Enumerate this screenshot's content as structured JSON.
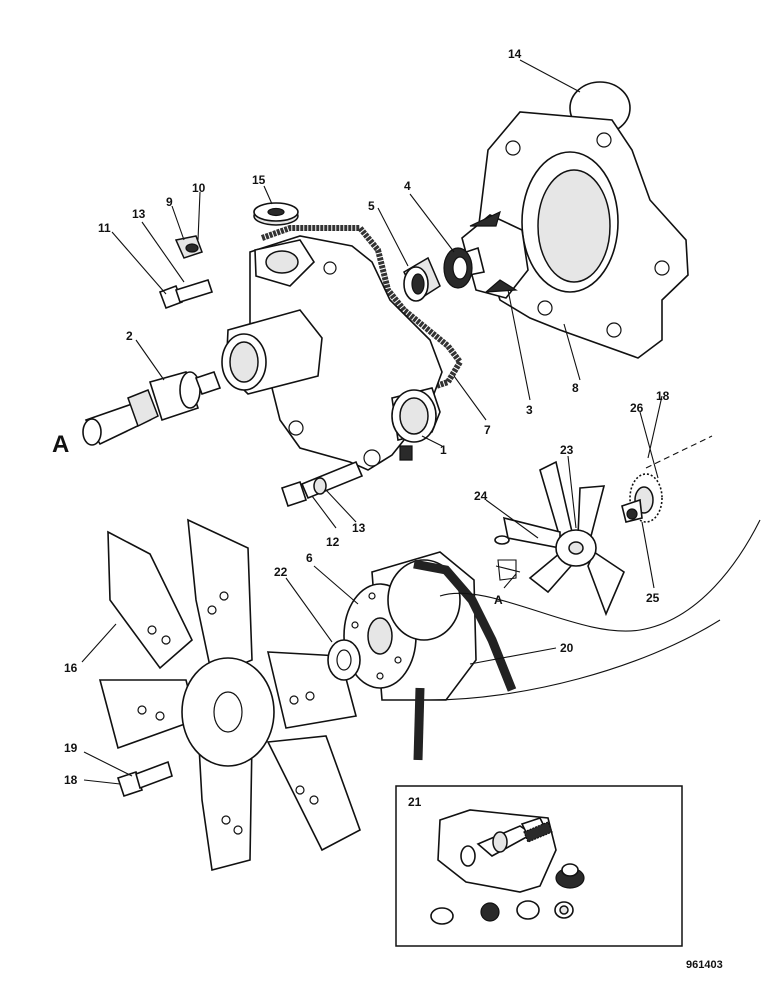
{
  "diagram": {
    "reference_number": "961403",
    "section_marker": "A",
    "inset_label": "21",
    "callouts": {
      "c1": "1",
      "c2": "2",
      "c3": "3",
      "c4": "4",
      "c5": "5",
      "c6": "6",
      "c7": "7",
      "c8": "8",
      "c9": "9",
      "c10": "10",
      "c11": "11",
      "c12": "12",
      "c13a": "13",
      "c13b": "13",
      "c14": "14",
      "c15": "15",
      "c16": "16",
      "c18a": "18",
      "c18b": "18",
      "c19": "19",
      "c20": "20",
      "c22": "22",
      "c23": "23",
      "c24": "24",
      "c25": "25",
      "c26": "26"
    }
  }
}
